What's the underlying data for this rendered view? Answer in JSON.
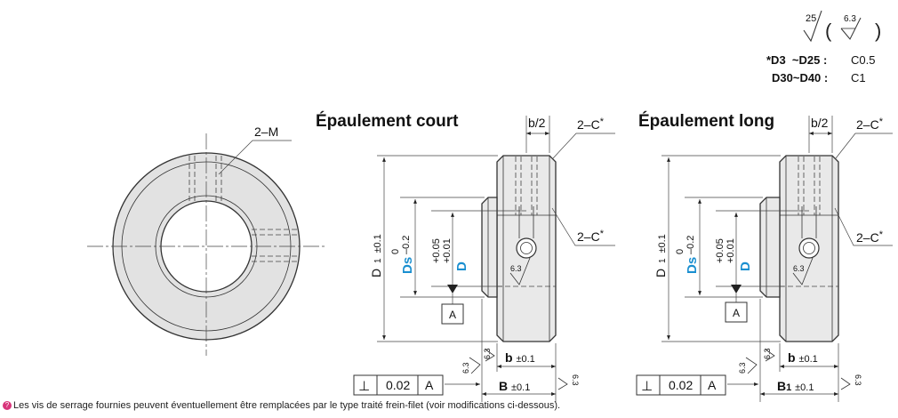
{
  "surface": {
    "main_value": "25",
    "sub_value": "6.3",
    "open_paren": "(",
    "close_paren": ")"
  },
  "chamfer_spec": {
    "row1_range": "*D3  ~D25 :",
    "row1_value": "C0.5",
    "row2_range": "D30~D40 :",
    "row2_value": "C1"
  },
  "front_view": {
    "thread_label": "2–M"
  },
  "views": [
    {
      "title": "Épaulement court",
      "b_half": "b/2",
      "chamfer_top": "2–C",
      "chamfer_mid": "2–C",
      "star": "*",
      "d1_label": "D",
      "d1_sub": "1",
      "d1_tol": "±0.1",
      "ds_label": "Ds",
      "ds_tol_upper": "0",
      "ds_tol_lower": "–0.2",
      "d_label": "D",
      "d_tol_upper": "+0.05",
      "d_tol_lower": "+0.01",
      "datum": "A",
      "rough": "6.3",
      "b_label": "b",
      "b_tol": "±0.1",
      "B_label": "B",
      "B_sub": "",
      "B_tol": "±0.1",
      "fcf_symbol": "⊥",
      "fcf_value": "0.02",
      "fcf_datum": "A"
    },
    {
      "title": "Épaulement long",
      "b_half": "b/2",
      "chamfer_top": "2–C",
      "chamfer_mid": "2–C",
      "star": "*",
      "d1_label": "D",
      "d1_sub": "1",
      "d1_tol": "±0.1",
      "ds_label": "Ds",
      "ds_tol_upper": "0",
      "ds_tol_lower": "–0.2",
      "d_label": "D",
      "d_tol_upper": "+0.05",
      "d_tol_lower": "+0.01",
      "datum": "A",
      "rough": "6.3",
      "b_label": "b",
      "b_tol": "±0.1",
      "B_label": "B",
      "B_sub": "1",
      "B_tol": "±0.1",
      "fcf_symbol": "⊥",
      "fcf_value": "0.02",
      "fcf_datum": "A"
    }
  ],
  "footnote": {
    "icon": "info-icon",
    "text": "Les vis de serrage fournies peuvent éventuellement être remplacées par le type traité frein-filet (voir modifications ci-dessous)."
  }
}
